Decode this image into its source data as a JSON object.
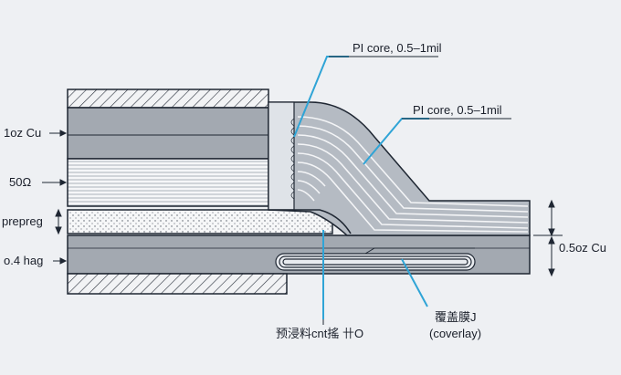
{
  "labels": {
    "pi_core_top": "PI core, 0.5–1mil",
    "pi_core_mid": "PI core, 0.5–1mil",
    "cu_1oz": "1oz Cu",
    "impedance": "50Ω",
    "prepreg": "prepreg",
    "bag": "o.4 hag",
    "cu_half_oz": "0.5oz Cu",
    "cn_bottom": "预浸料cnt搖 卄O",
    "coverlay_cn": "覆盖膜J",
    "coverlay_en": "(coverlay)"
  },
  "colors": {
    "background": "#eef0f3",
    "outline": "#1f2733",
    "copper_gray": "#9aa0a8",
    "leader_blue": "#2fa4d6",
    "core_light": "#dfe3e8",
    "prepreg_fill": "#f4f5f6"
  }
}
